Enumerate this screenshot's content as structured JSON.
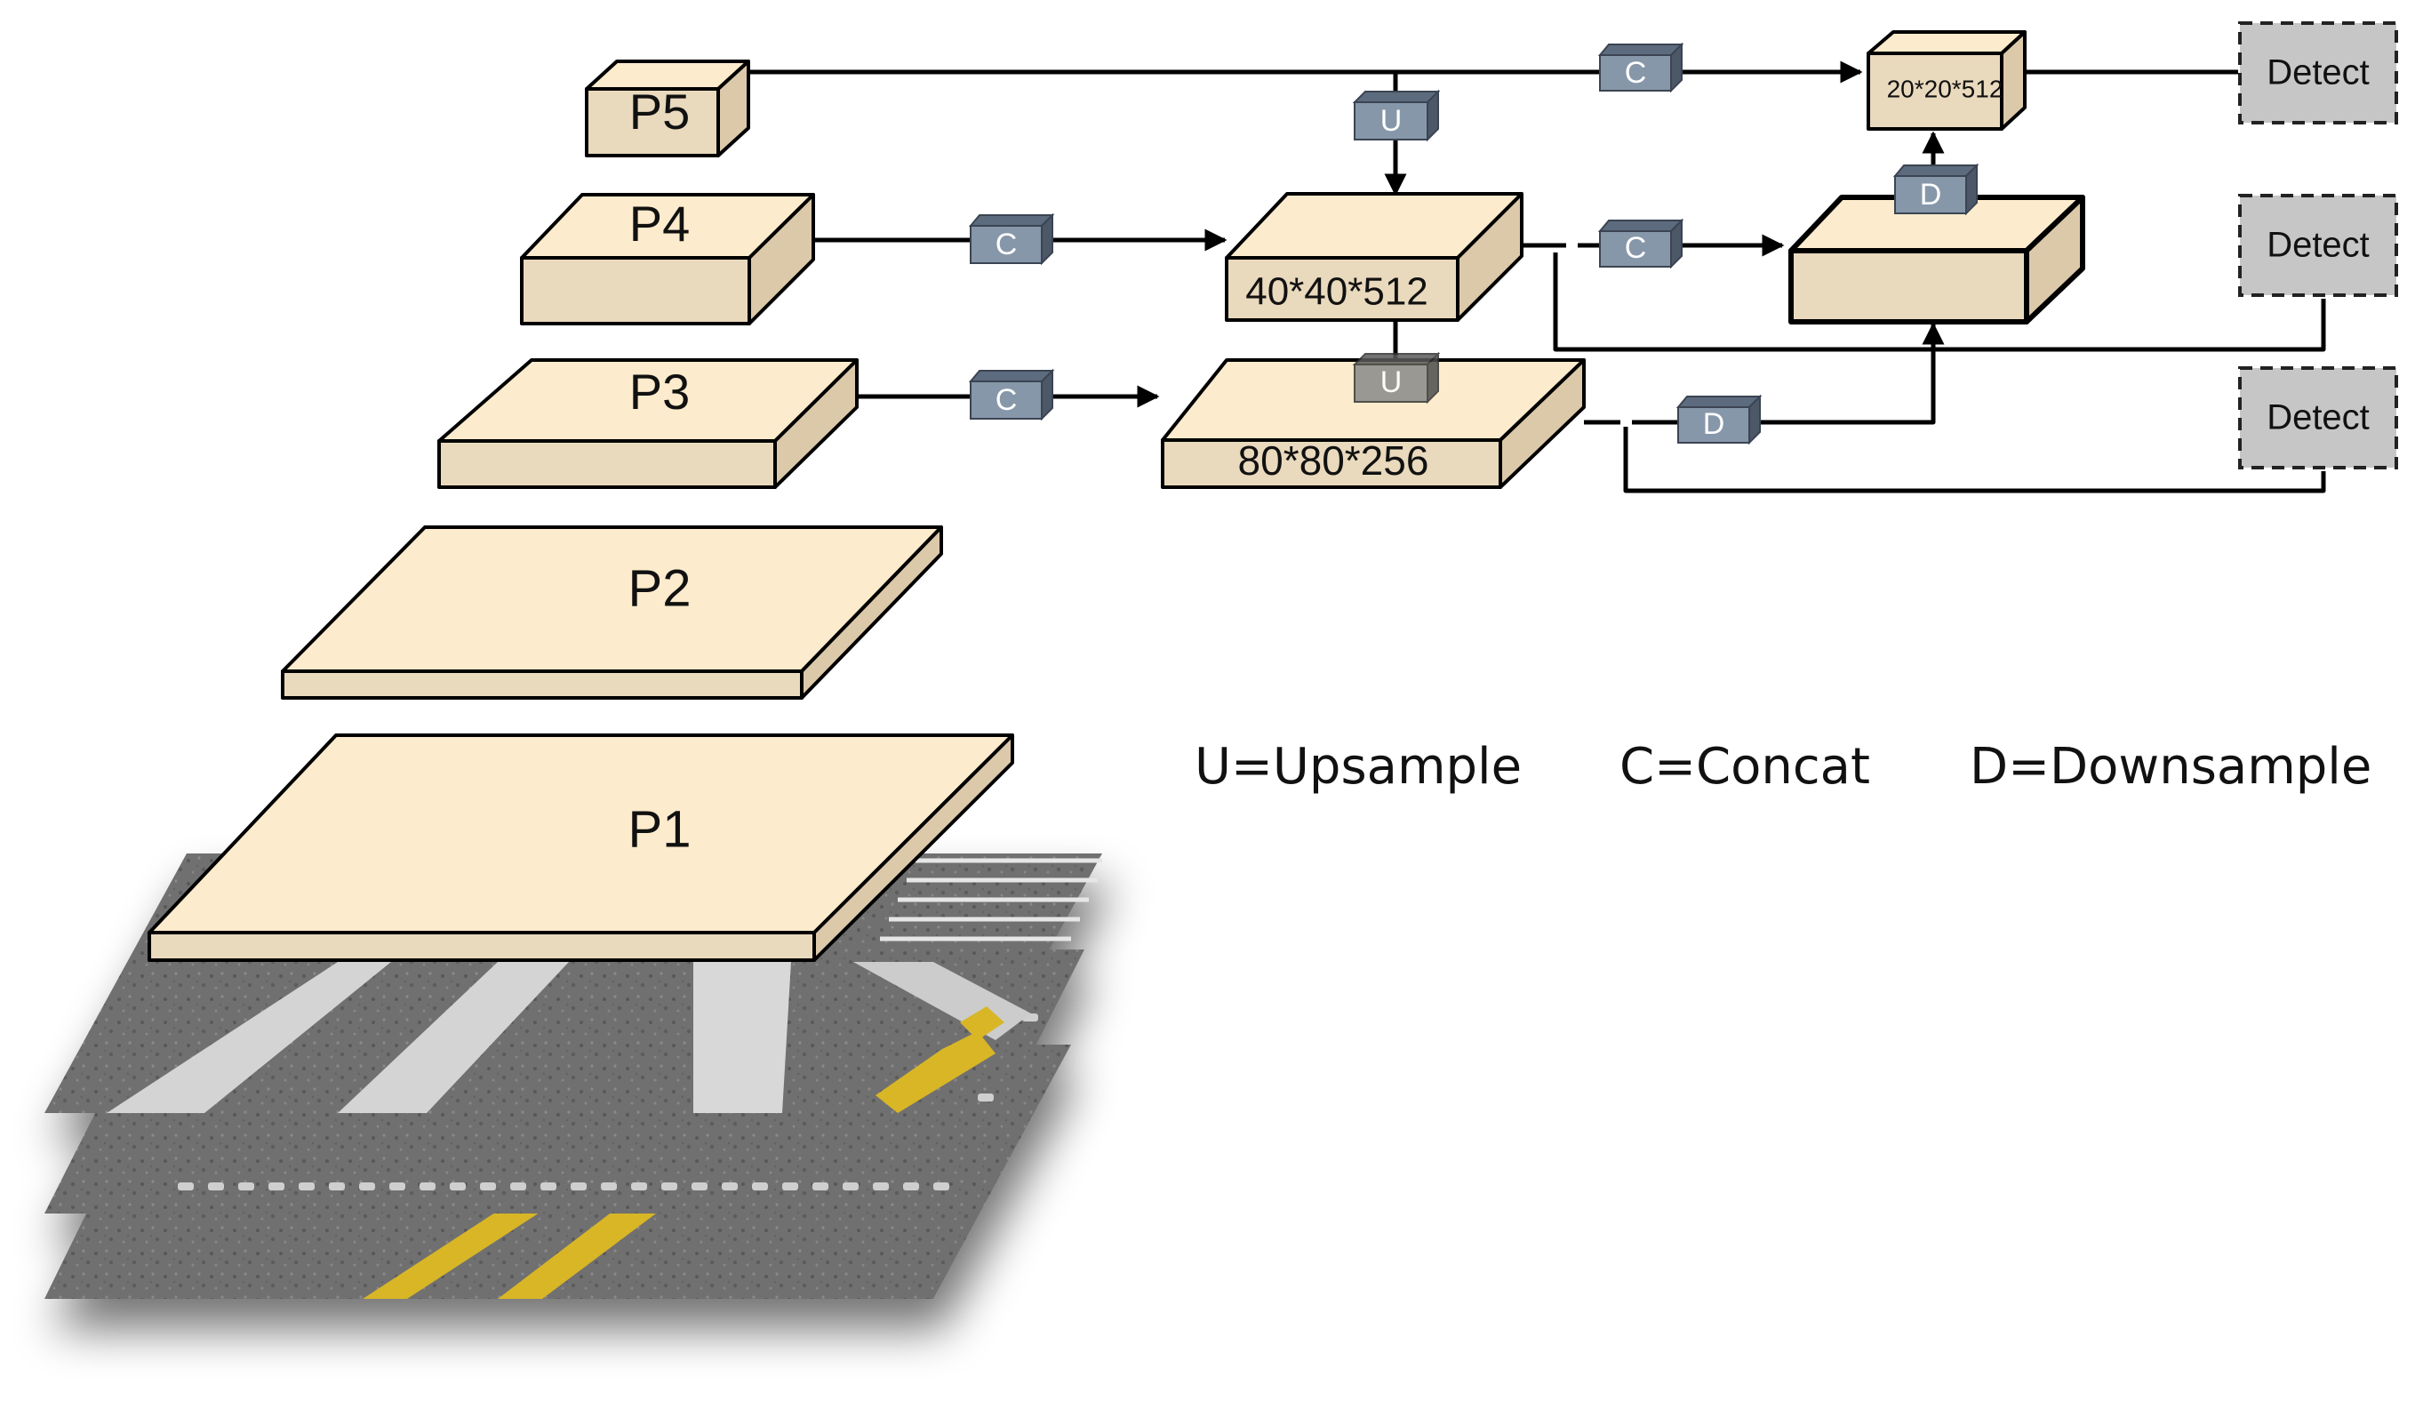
{
  "pyramid": {
    "p1": "P1",
    "p2": "P2",
    "p3": "P3",
    "p4": "P4",
    "p5": "P5"
  },
  "neck": {
    "node_p4_dims": "40*40*512",
    "node_p3_dims": "80*80*256",
    "node_p5_out_dims": "20*20*512"
  },
  "ops": {
    "upsample": "U",
    "concat": "C",
    "downsample": "D"
  },
  "heads": {
    "detect_1": "Detect",
    "detect_2": "Detect",
    "detect_3": "Detect"
  },
  "legend": {
    "upsample": "U=Upsample",
    "concat": "C=Concat",
    "downsample": "D=Downsample"
  },
  "colors": {
    "block_top": "#fcebcc",
    "block_front": "#e9d9bd",
    "block_side": "#dcc9aa",
    "op_front": "#8797aa",
    "op_top": "#5d6b7e",
    "op_side": "#4c5868",
    "detect_fill": "#c6c6c6",
    "road": "#6d6d6d",
    "line_yellow": "#d8b628"
  }
}
